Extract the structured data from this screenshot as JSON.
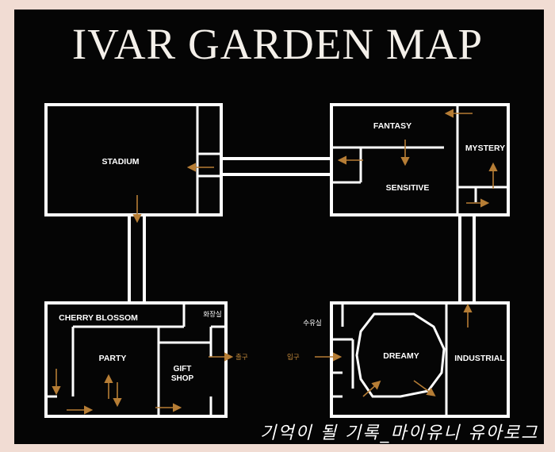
{
  "map": {
    "title": "IVAR GARDEN MAP",
    "colors": {
      "background": "#050505",
      "frame": "#f1dcd3",
      "walls": "#ffffff",
      "arrows": "#b67d35",
      "gate_labels": "#c58a3a"
    },
    "rooms": {
      "stadium": "STADIUM",
      "fantasy": "FANTASY",
      "mystery": "MYSTERY",
      "sensitive": "SENSITIVE",
      "cherry_blossom": "CHERRY BLOSSOM",
      "party": "PARTY",
      "gift_shop_line1": "GIFT",
      "gift_shop_line2": "SHOP",
      "dreamy": "DREAMY",
      "industrial": "INDUSTRIAL"
    },
    "facilities": {
      "restroom": "화장실",
      "nursing_room": "수유실"
    },
    "gates": {
      "exit": "출구",
      "entrance": "입구"
    },
    "watermark": "기억이 될 기록_마이유니 유아로그"
  }
}
